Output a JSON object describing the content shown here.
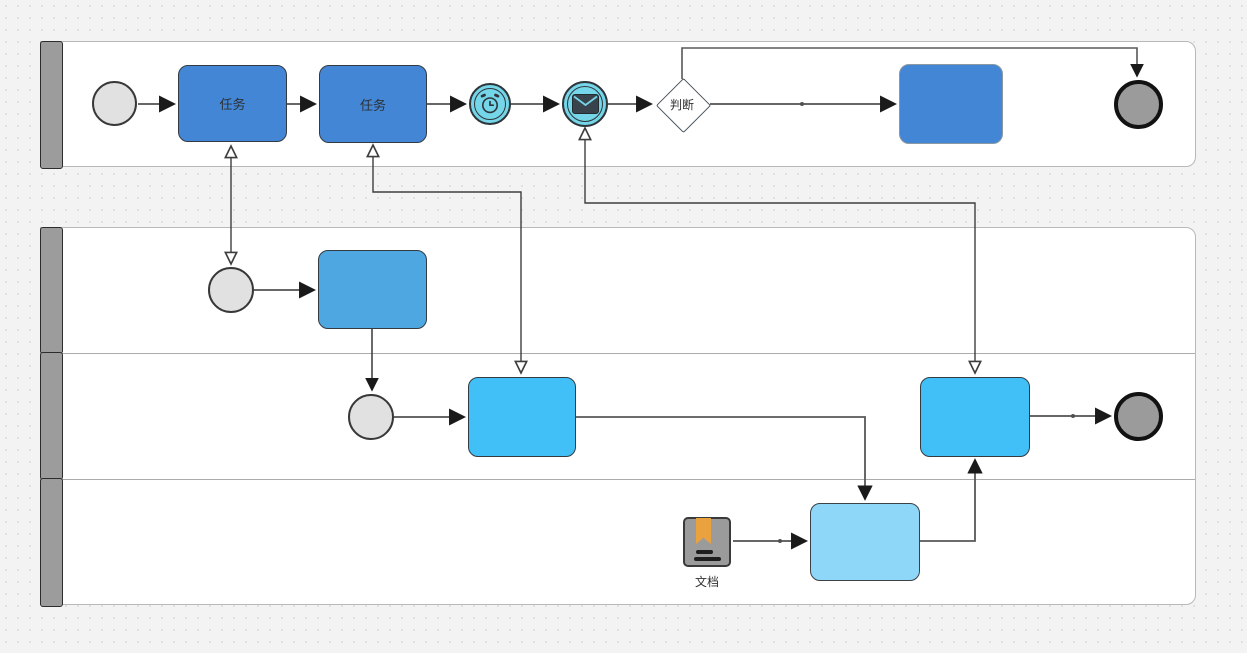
{
  "diagram": {
    "kind": "bpmn-swimlane-flowchart",
    "background": "#f3f3f3",
    "lane_count": 4,
    "lanes": [
      {
        "id": "lane-1",
        "title": ""
      },
      {
        "id": "lane-2",
        "title": ""
      },
      {
        "id": "lane-3",
        "title": ""
      },
      {
        "id": "lane-4",
        "title": ""
      }
    ],
    "nodes": {
      "start_event_1": {
        "type": "start-event",
        "lane": 1,
        "label": ""
      },
      "task_1": {
        "type": "task",
        "lane": 1,
        "label": "任务"
      },
      "task_2": {
        "type": "task",
        "lane": 1,
        "label": "任务"
      },
      "timer_event": {
        "type": "intermediate-timer-event",
        "lane": 1,
        "label": "",
        "icon": "alarm-clock-icon"
      },
      "message_event": {
        "type": "intermediate-message-event",
        "lane": 1,
        "label": "",
        "icon": "envelope-icon"
      },
      "gateway_1": {
        "type": "decision-gateway",
        "lane": 1,
        "label": "判断"
      },
      "task_3": {
        "type": "task",
        "lane": 1,
        "label": ""
      },
      "end_event_1": {
        "type": "end-event",
        "lane": 1,
        "label": ""
      },
      "start_event_2": {
        "type": "start-event",
        "lane": 2,
        "label": ""
      },
      "task_4": {
        "type": "task",
        "lane": 2,
        "label": ""
      },
      "start_event_3": {
        "type": "start-event",
        "lane": 3,
        "label": ""
      },
      "task_5": {
        "type": "task",
        "lane": 3,
        "label": ""
      },
      "task_6": {
        "type": "task",
        "lane": 3,
        "label": ""
      },
      "end_event_2": {
        "type": "end-event",
        "lane": 3,
        "label": ""
      },
      "document_1": {
        "type": "document",
        "lane": 4,
        "label": "文档",
        "icon": "document-icon"
      },
      "task_7": {
        "type": "task",
        "lane": 4,
        "label": ""
      }
    },
    "edges": [
      {
        "from": "start_event_1",
        "to": "task_1",
        "arrow": "filled"
      },
      {
        "from": "task_1",
        "to": "task_2",
        "arrow": "filled"
      },
      {
        "from": "task_2",
        "to": "timer_event",
        "arrow": "filled"
      },
      {
        "from": "timer_event",
        "to": "message_event",
        "arrow": "filled"
      },
      {
        "from": "message_event",
        "to": "gateway_1",
        "arrow": "filled"
      },
      {
        "from": "gateway_1",
        "to": "task_3",
        "arrow": "filled"
      },
      {
        "from": "gateway_1",
        "to": "end_event_1",
        "arrow": "filled"
      },
      {
        "from": "task_1",
        "to": "start_event_2",
        "arrow": "open-both-ends"
      },
      {
        "from": "start_event_2",
        "to": "task_4",
        "arrow": "filled"
      },
      {
        "from": "task_4",
        "to": "start_event_3",
        "arrow": "filled"
      },
      {
        "from": "start_event_3",
        "to": "task_5",
        "arrow": "filled"
      },
      {
        "from": "task_2",
        "to": "task_5",
        "arrow": "open-both-ends"
      },
      {
        "from": "message_event",
        "to": "task_6",
        "arrow": "open-both-ends"
      },
      {
        "from": "task_5",
        "to": "task_7",
        "arrow": "filled"
      },
      {
        "from": "document_1",
        "to": "task_7",
        "arrow": "filled"
      },
      {
        "from": "task_7",
        "to": "task_6",
        "arrow": "filled"
      },
      {
        "from": "task_6",
        "to": "end_event_2",
        "arrow": "filled"
      }
    ],
    "colors": {
      "task_blue": "#4386d6",
      "mid_blue": "#4ea7e0",
      "cyan_blue": "#41c0f8",
      "light_sky_blue": "#8ed7f9",
      "event_cyan": "#74d6e8",
      "start_event_fill": "#e1e1e1",
      "end_event_fill": "#9b9b9b",
      "lane_bar_gray": "#9c9c9c",
      "document_gray": "#9b9b9b",
      "bookmark_orange": "#eaa23e",
      "flow_line": "#676767",
      "message_line": "#3e3e3e"
    }
  }
}
